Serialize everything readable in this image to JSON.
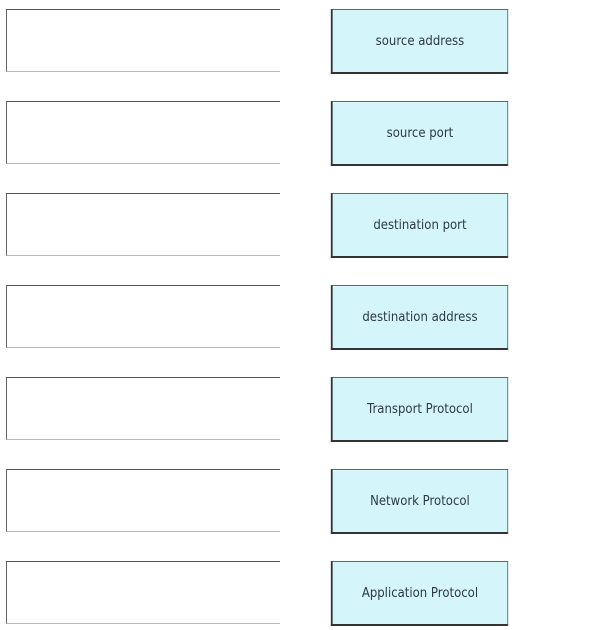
{
  "items": [
    {
      "label": "source address"
    },
    {
      "label": "source port"
    },
    {
      "label": "destination port"
    },
    {
      "label": "destination address"
    },
    {
      "label": "Transport Protocol"
    },
    {
      "label": "Network Protocol"
    },
    {
      "label": "Application Protocol"
    }
  ],
  "colors": {
    "item_background": "#d4f6fb",
    "item_text": "#2c3848"
  }
}
